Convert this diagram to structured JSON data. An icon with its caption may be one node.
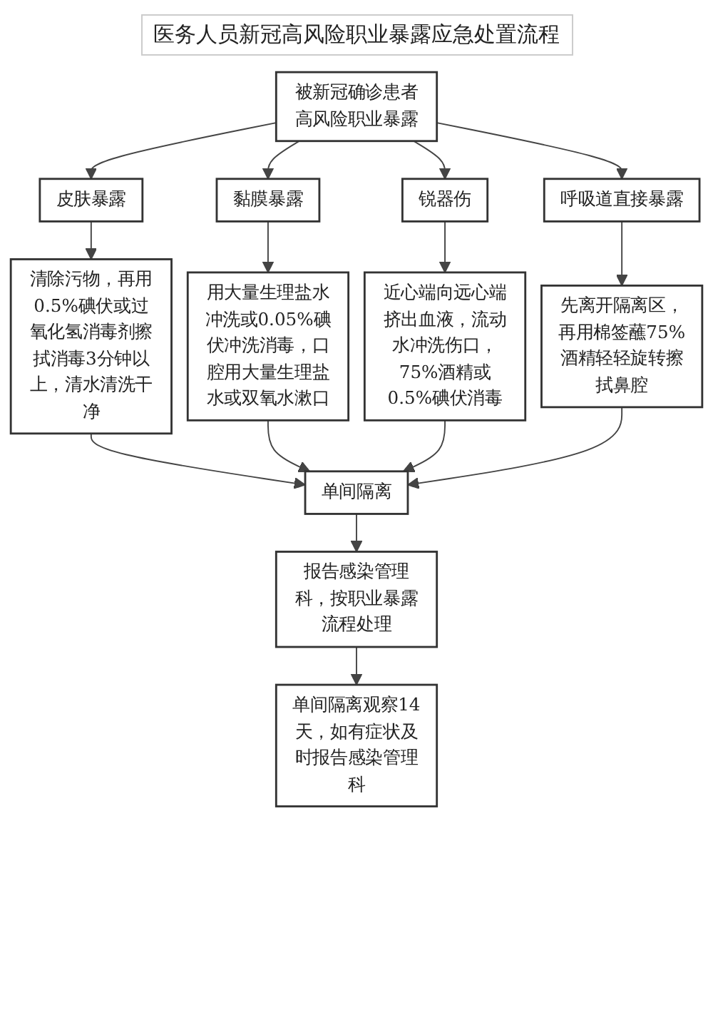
{
  "diagram": {
    "title": "医务人员新冠高风险职业暴露应急处置流程",
    "nodes": [
      {
        "text": [
          "被新冠确诊患者高风险职业暴露"
        ]
      },
      {
        "text": [
          "皮肤暴露"
        ]
      },
      {
        "text": [
          "黏膜暴露"
        ]
      },
      {
        "text": [
          "锐器伤"
        ]
      },
      {
        "text": [
          "呼吸道直接暴露"
        ]
      },
      {
        "text": [
          "清除污物，再用0.5%碘伏或过氧化氢消毒剂擦拭消毒3分钟以上，清水清洗干净"
        ]
      },
      {
        "text": [
          "用大量生理盐水冲洗或0.05%碘伏冲洗消毒，口腔用大量生理盐水或双氧水漱口"
        ]
      },
      {
        "text": [
          "近心端向远心端挤出血液，流动水冲洗伤口，75%酒精或0.5%碘伏消毒"
        ]
      },
      {
        "text": [
          "先离开隔离区，再用棉签蘸75%酒精轻轻旋转擦拭鼻腔"
        ]
      },
      {
        "text": [
          "单间隔离"
        ]
      },
      {
        "text": [
          "报告感染管理科，按职业暴露流程处理"
        ]
      },
      {
        "text": [
          "单间隔离观察14天，如有症状及时报告感染管理科"
        ]
      }
    ],
    "edges": [
      {
        "from": 0,
        "to": 1,
        "arrow": "to"
      },
      {
        "from": 0,
        "to": 2,
        "arrow": "to"
      },
      {
        "from": 0,
        "to": 3,
        "arrow": "to"
      },
      {
        "from": 0,
        "to": 4,
        "arrow": "to"
      },
      {
        "from": 1,
        "to": 5,
        "arrow": "to"
      },
      {
        "from": 2,
        "to": 6,
        "arrow": "to"
      },
      {
        "from": 3,
        "to": 7,
        "arrow": "to"
      },
      {
        "from": 4,
        "to": 8,
        "arrow": "to"
      },
      {
        "from": 5,
        "to": 9,
        "arrow": "to"
      },
      {
        "from": 6,
        "to": 9,
        "arrow": "to"
      },
      {
        "from": 7,
        "to": 9,
        "arrow": "to"
      },
      {
        "from": 8,
        "to": 9,
        "arrow": "to"
      },
      {
        "from": 9,
        "to": 10,
        "arrow": "to"
      },
      {
        "from": 10,
        "to": 11,
        "arrow": "to"
      }
    ]
  }
}
